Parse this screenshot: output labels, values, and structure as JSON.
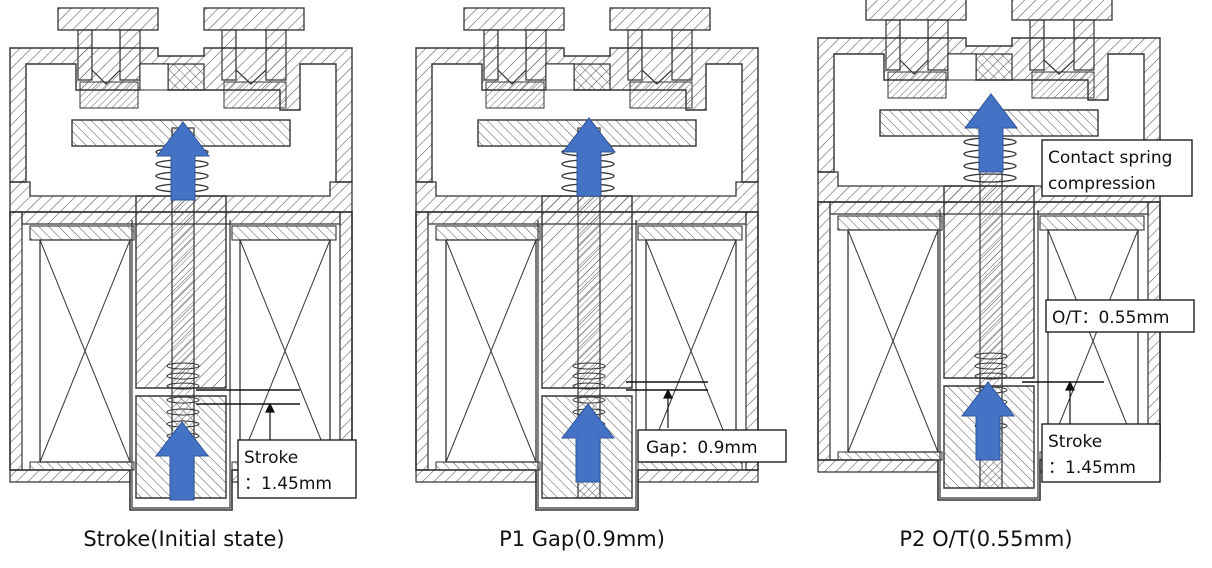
{
  "panels": [
    {
      "caption": "Stroke(Initial state)",
      "labels": [
        {
          "id": "stroke",
          "lines": [
            "Stroke",
            "：1.45mm"
          ]
        }
      ]
    },
    {
      "caption": "P1 Gap(0.9mm)",
      "labels": [
        {
          "id": "gap",
          "lines": [
            "Gap：0.9mm"
          ]
        }
      ]
    },
    {
      "caption": "P2 O/T(0.55mm)",
      "labels": [
        {
          "id": "spring",
          "lines": [
            "Contact spring",
            "compression"
          ]
        },
        {
          "id": "ot",
          "lines": [
            "O/T：0.55mm"
          ]
        },
        {
          "id": "stroke",
          "lines": [
            "Stroke",
            "：1.45mm"
          ]
        }
      ]
    }
  ],
  "colors": {
    "arrow": "#4472C4",
    "line": "#333333",
    "hatch": "#555555"
  }
}
